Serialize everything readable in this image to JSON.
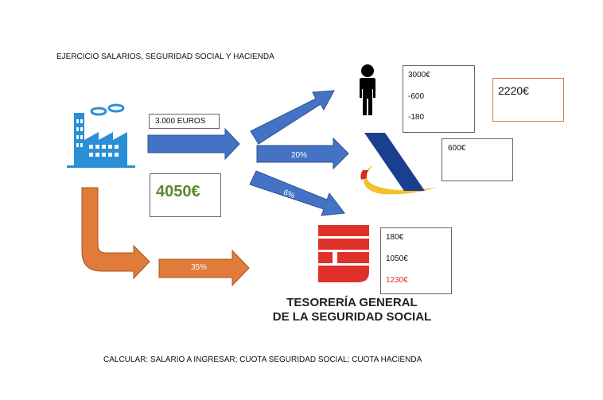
{
  "title": "EJERCICIO SALARIOS, SEGURIDAD SOCIAL Y HACIENDA",
  "footer": "CALCULAR: SALARIO A INGRESAR; CUOTA SEGURIDAD SOCIAL; CUOTA HACIENDA",
  "company": {
    "salary_label": "3.000 EUROS",
    "total_cost": "4050€",
    "ss_percent": "35%"
  },
  "arrows": {
    "hacienda_percent": "20%",
    "ss_percent": "6%"
  },
  "worker": {
    "lines": [
      "3000€",
      "-600",
      "-180"
    ],
    "net": "2220€"
  },
  "hacienda": {
    "amount": "600€"
  },
  "seguridad_social": {
    "lines": [
      "180€",
      "1050€",
      "1230€"
    ],
    "name_line1": "TESORERÍA GENERAL",
    "name_line2": "DE LA SEGURIDAD SOCIAL"
  },
  "colors": {
    "blue_arrow": "#4472c4",
    "orange_arrow": "#e07b39",
    "green_total": "#5a8a2e",
    "red_total": "#e0302a",
    "factory_blue": "#2a8fd6",
    "hacienda_navy": "#1a3f8f",
    "hacienda_yellow": "#f2c12e",
    "hacienda_red": "#d8262b",
    "tgss_red": "#e0302a"
  }
}
